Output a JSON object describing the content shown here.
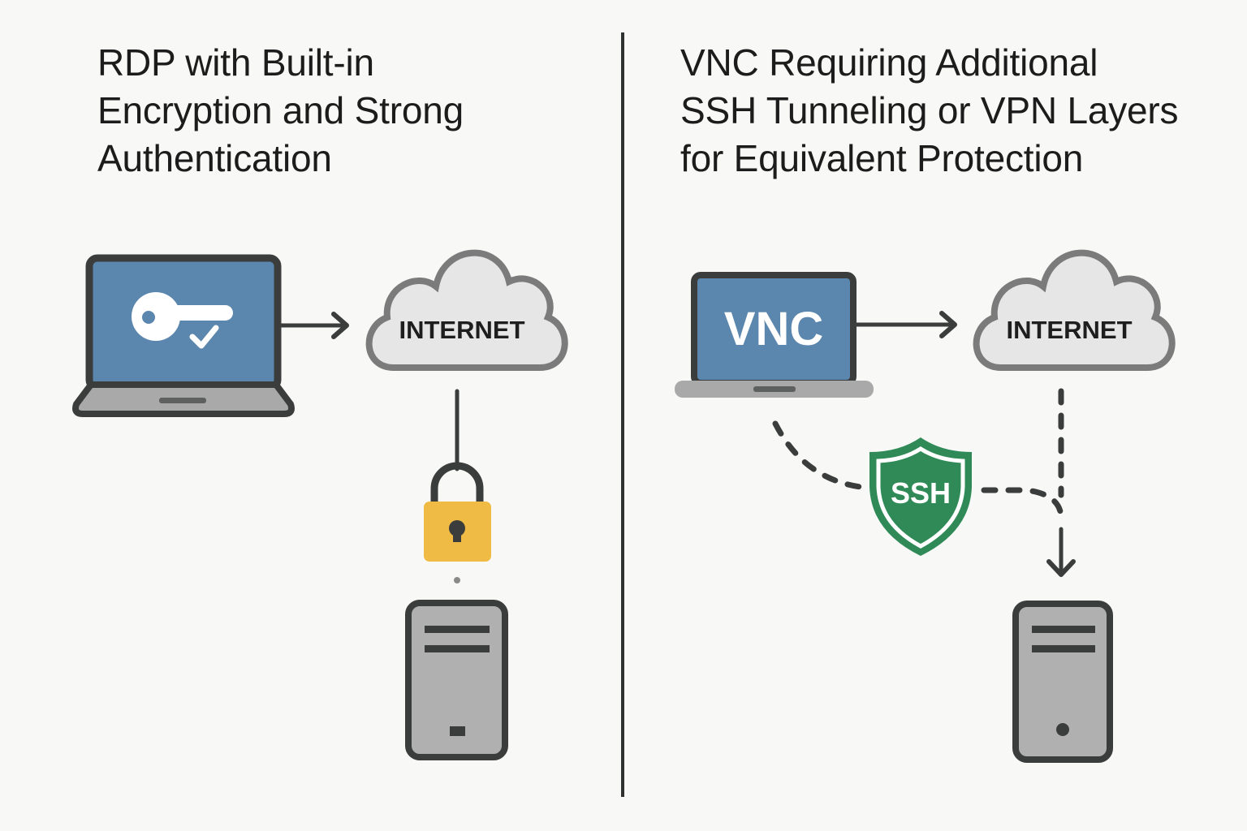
{
  "left_panel": {
    "title_lines": [
      "RDP with Built-in",
      "Encryption and Strong",
      "Authentication"
    ],
    "client_icon": "laptop-with-key-check-icon",
    "cloud_label": "INTERNET",
    "security_icon": "padlock-icon",
    "server_icon": "server-tower-icon"
  },
  "right_panel": {
    "title_lines": [
      "VNC Requiring Additional",
      "SSH Tunneling or VPN Layers",
      "for Equivalent Protection"
    ],
    "client_screen_label": "VNC",
    "cloud_label": "INTERNET",
    "tunnel_badge_label": "SSH",
    "tunnel_badge_icon": "shield-icon",
    "server_icon": "server-tower-icon"
  },
  "colors": {
    "background": "#f8f8f6",
    "outline": "#3b3d3d",
    "screen_blue": "#5b86ad",
    "laptop_base": "#a9a9a9",
    "cloud_fill": "#e6e6e6",
    "cloud_stroke": "#7b7b7b",
    "lock_yellow": "#f0bb45",
    "ssh_green": "#2f8a57",
    "server_fill": "#b0b0b0"
  }
}
